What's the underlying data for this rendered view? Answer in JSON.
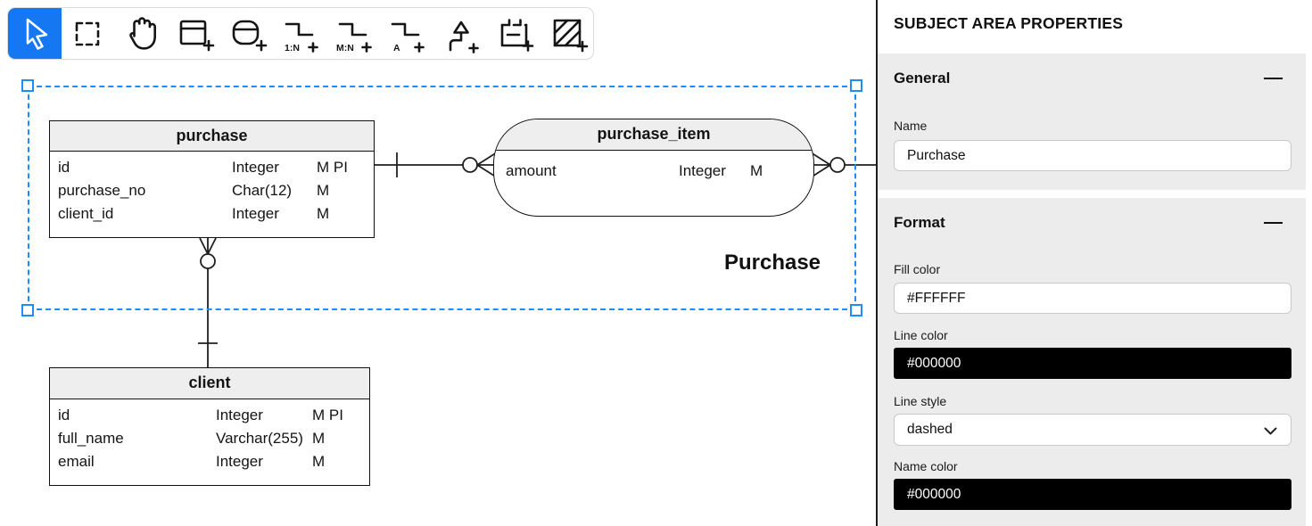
{
  "colors": {
    "toolbar_selected_bg": "#1677F2",
    "selection_blue": "#1F8CF9",
    "entity_header_fill": "#EEEEEE",
    "panel_section_bg": "#ECECEC",
    "fill_color_value": "#FFFFFF",
    "line_color_value": "#000000",
    "name_color_value": "#000000"
  },
  "toolbar": {
    "tools": [
      {
        "name": "cursor"
      },
      {
        "name": "marquee-select"
      },
      {
        "name": "pan-hand"
      },
      {
        "name": "add-table"
      },
      {
        "name": "add-rounded-table"
      },
      {
        "name": "add-relation-1n",
        "label": "1:N"
      },
      {
        "name": "add-relation-mn",
        "label": "M:N"
      },
      {
        "name": "add-relation-a",
        "label": "A"
      },
      {
        "name": "add-link-arrow"
      },
      {
        "name": "add-note"
      },
      {
        "name": "add-subject-area"
      }
    ]
  },
  "diagram": {
    "subject_area": {
      "label": "Purchase"
    },
    "entities": [
      {
        "title": "purchase",
        "rows": [
          {
            "field": "id",
            "type": "Integer",
            "flags": "M PI"
          },
          {
            "field": "purchase_no",
            "type": "Char(12)",
            "flags": "M"
          },
          {
            "field": "client_id",
            "type": "Integer",
            "flags": "M"
          }
        ]
      },
      {
        "title": "purchase_item",
        "rows": [
          {
            "field": "amount",
            "type": "Integer",
            "flags": "M"
          }
        ]
      },
      {
        "title": "client",
        "rows": [
          {
            "field": "id",
            "type": "Integer",
            "flags": "M PI"
          },
          {
            "field": "full_name",
            "type": "Varchar(255)",
            "flags": "M"
          },
          {
            "field": "email",
            "type": "Integer",
            "flags": "M"
          }
        ]
      }
    ]
  },
  "panel": {
    "title": "SUBJECT AREA PROPERTIES",
    "sections": [
      {
        "title": "General",
        "fields": [
          {
            "label": "Name",
            "value": "Purchase"
          }
        ]
      },
      {
        "title": "Format",
        "fields": [
          {
            "label": "Fill color",
            "value": "#FFFFFF"
          },
          {
            "label": "Line color",
            "value": "#000000"
          },
          {
            "label": "Line style",
            "value": "dashed"
          },
          {
            "label": "Name color",
            "value": "#000000"
          }
        ]
      }
    ]
  }
}
